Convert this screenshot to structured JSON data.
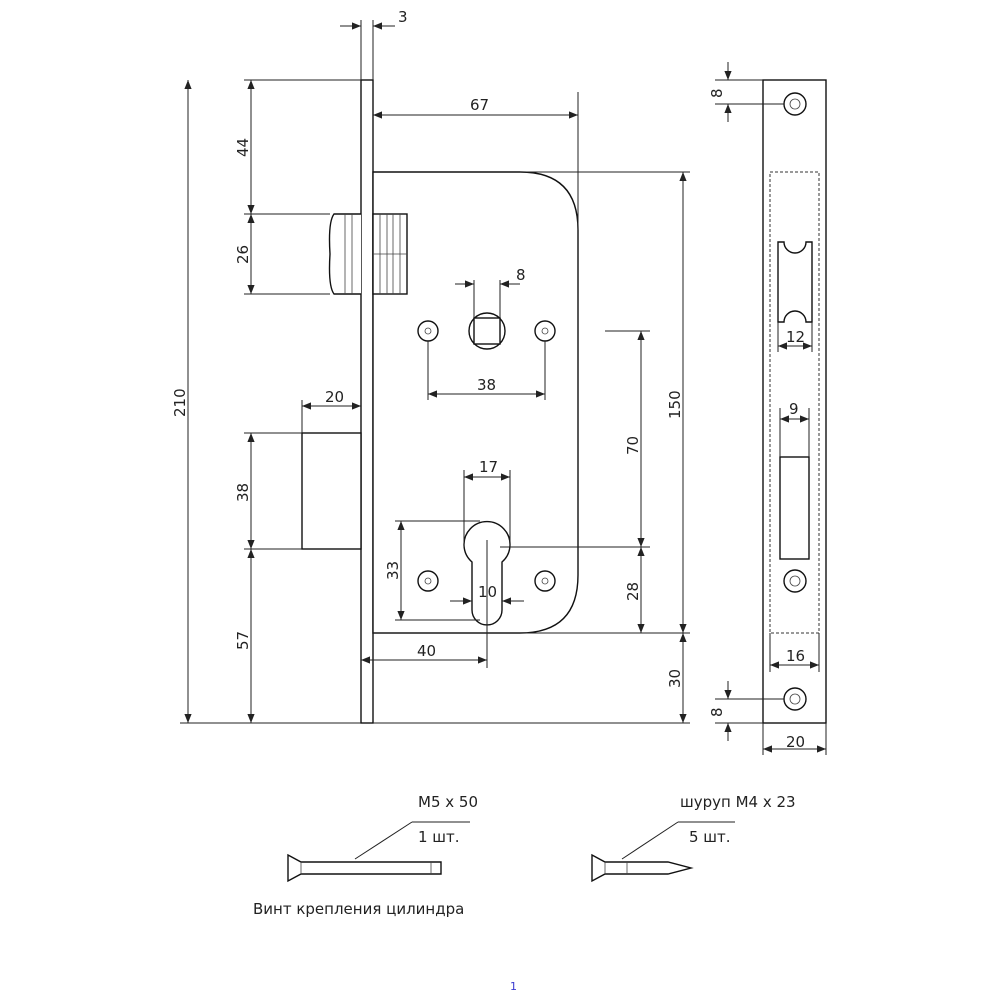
{
  "dimensions": {
    "d3": "3",
    "d67": "67",
    "d8_spindle": "8",
    "d44": "44",
    "d26": "26",
    "d210": "210",
    "d150": "150",
    "d38_holes": "38",
    "d20_deadbolt": "20",
    "d38_deadbolt": "38",
    "d70": "70",
    "d17": "17",
    "d33": "33",
    "d10": "10",
    "d28": "28",
    "d57": "57",
    "d40": "40",
    "d30": "30",
    "d8_top": "8",
    "d12": "12",
    "d9": "9",
    "d16": "16",
    "d8_bottom": "8",
    "d20_plate": "20"
  },
  "parts": {
    "cylinder_screw": {
      "spec": "M5 x 50",
      "qty": "1 шт.",
      "caption": "Винт крепления цилиндра"
    },
    "wood_screw": {
      "spec": "шуруп M4 x 23",
      "qty": "5 шт."
    }
  },
  "page_number": "1"
}
